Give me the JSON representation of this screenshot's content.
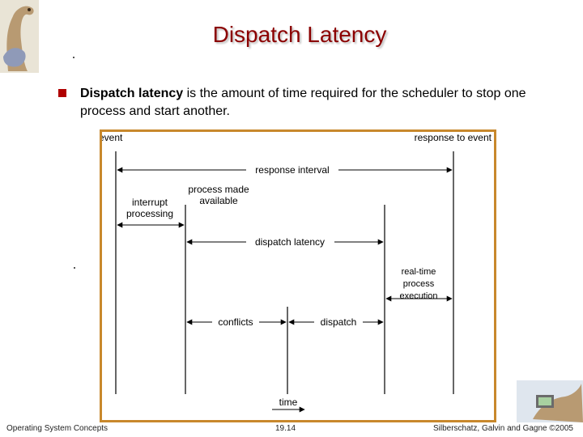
{
  "slide": {
    "title": "Dispatch Latency",
    "bullet": {
      "bold": "Dispatch latency",
      "rest": " is the amount of time required for the scheduler to stop one process and start another."
    }
  },
  "diagram": {
    "labels": {
      "event": "event",
      "response_to_event": "response to event",
      "response_interval": "response interval",
      "process_made_1": "process made",
      "process_made_2": "available",
      "interrupt_1": "interrupt",
      "interrupt_2": "processing",
      "dispatch_latency": "dispatch latency",
      "realtime_1": "real-time",
      "realtime_2": "process",
      "realtime_3": "execution",
      "conflicts": "conflicts",
      "dispatch": "dispatch",
      "time": "time"
    }
  },
  "footer": {
    "left": "Operating System Concepts",
    "center": "19.14",
    "right": "Silberschatz, Galvin and Gagne ©2005"
  }
}
